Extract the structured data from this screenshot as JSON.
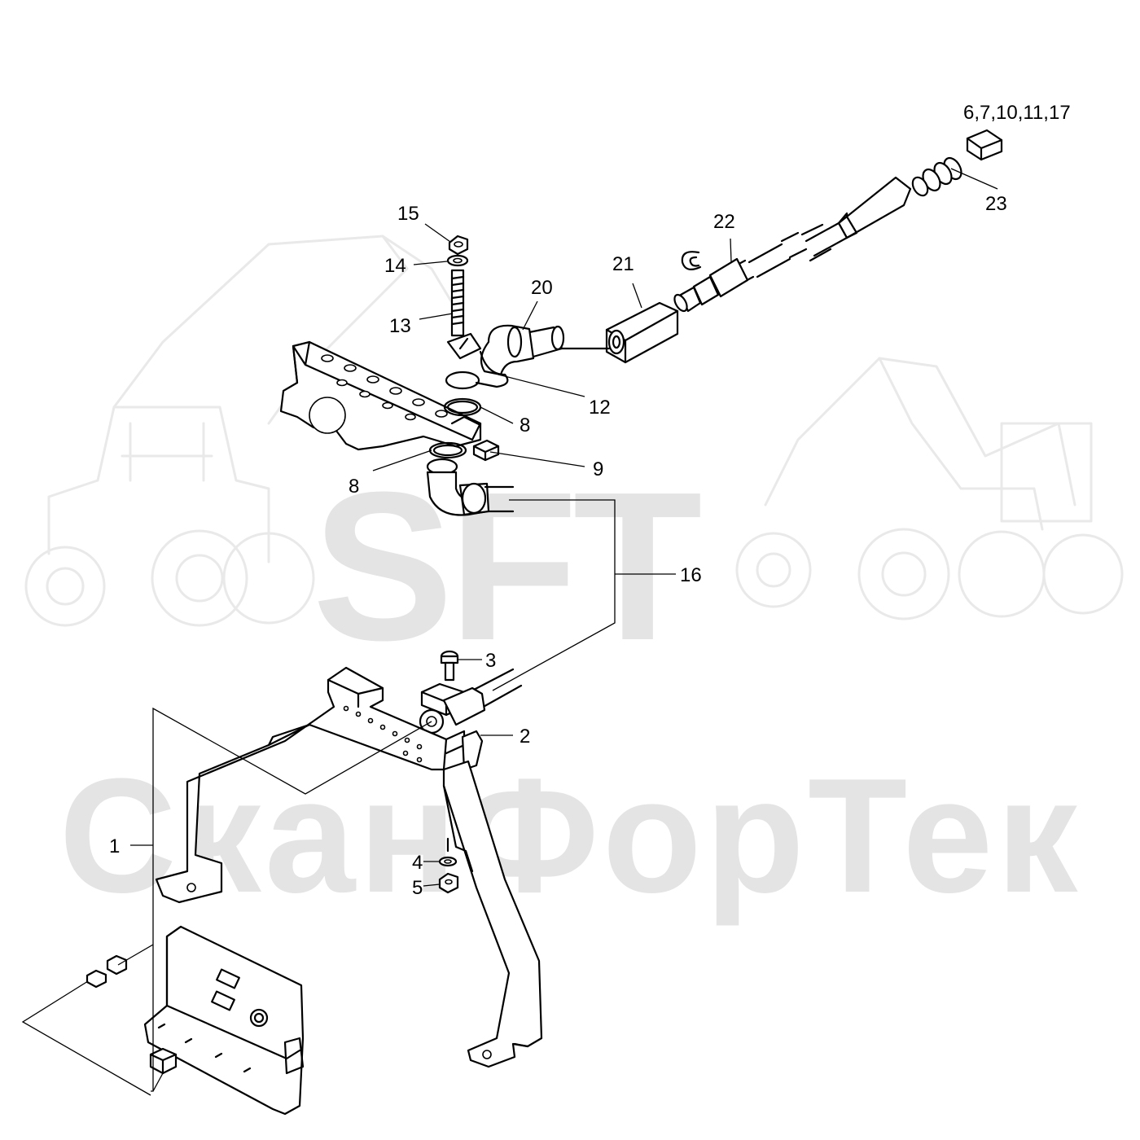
{
  "watermark": {
    "logo_text": "SFT",
    "company_text": "СканФорТек",
    "color": "#e4e4e4"
  },
  "diagram": {
    "line_color": "#000000",
    "background": "#ffffff",
    "callouts": [
      {
        "id": "c-6-7-10-11-17",
        "label": "6,7,10,11,17"
      },
      {
        "id": "c-23",
        "label": "23"
      },
      {
        "id": "c-22",
        "label": "22"
      },
      {
        "id": "c-21",
        "label": "21"
      },
      {
        "id": "c-20",
        "label": "20"
      },
      {
        "id": "c-15",
        "label": "15"
      },
      {
        "id": "c-14",
        "label": "14"
      },
      {
        "id": "c-13",
        "label": "13"
      },
      {
        "id": "c-12",
        "label": "12"
      },
      {
        "id": "c-8a",
        "label": "8"
      },
      {
        "id": "c-8b",
        "label": "8"
      },
      {
        "id": "c-9",
        "label": "9"
      },
      {
        "id": "c-16",
        "label": "16"
      },
      {
        "id": "c-3",
        "label": "3"
      },
      {
        "id": "c-2",
        "label": "2"
      },
      {
        "id": "c-1",
        "label": "1"
      },
      {
        "id": "c-4",
        "label": "4"
      },
      {
        "id": "c-5",
        "label": "5"
      }
    ]
  }
}
